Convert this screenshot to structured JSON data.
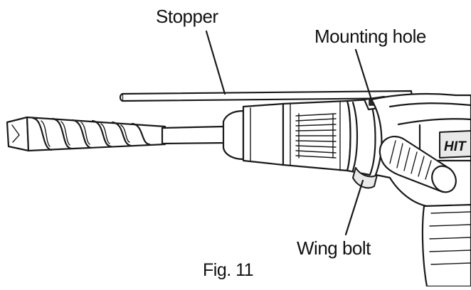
{
  "labels": {
    "stopper": "Stopper",
    "mounting_hole": "Mounting hole",
    "wing_bolt": "Wing bolt",
    "figure": "Fig. 11",
    "brand_fragment": "HIT"
  }
}
